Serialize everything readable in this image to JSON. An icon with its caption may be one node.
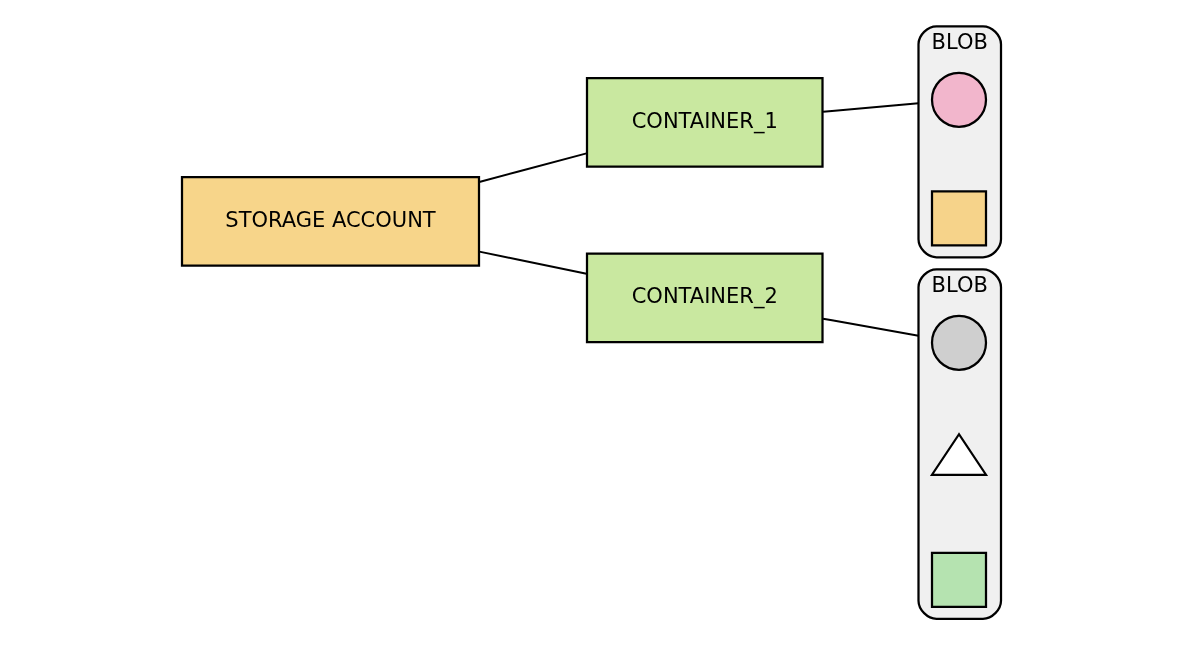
{
  "diagram": {
    "nodes": [
      {
        "text": [
          "STORAGE ACCOUNT"
        ]
      },
      {
        "text": [
          "CONTAINER_1"
        ]
      },
      {
        "text": [
          "BLOB"
        ]
      },
      {
        "text": [],
        "shape": "circle",
        "in": 2
      },
      {
        "text": [],
        "shape": "box",
        "in": 2
      },
      {
        "text": [
          "CONTAINER_2"
        ]
      },
      {
        "text": [
          "BLOB"
        ]
      },
      {
        "text": [],
        "shape": "circle",
        "in": 6
      },
      {
        "text": [],
        "shape": "triangle",
        "in": 6
      },
      {
        "text": [],
        "shape": "box",
        "in": 6
      }
    ],
    "edges": [
      {
        "from": 0,
        "to": 1,
        "arrow": "none"
      },
      {
        "from": 0,
        "to": 5,
        "arrow": "none"
      },
      {
        "from": 1,
        "to": 2,
        "arrow": "none"
      },
      {
        "from": 5,
        "to": 6,
        "arrow": "none"
      }
    ]
  }
}
